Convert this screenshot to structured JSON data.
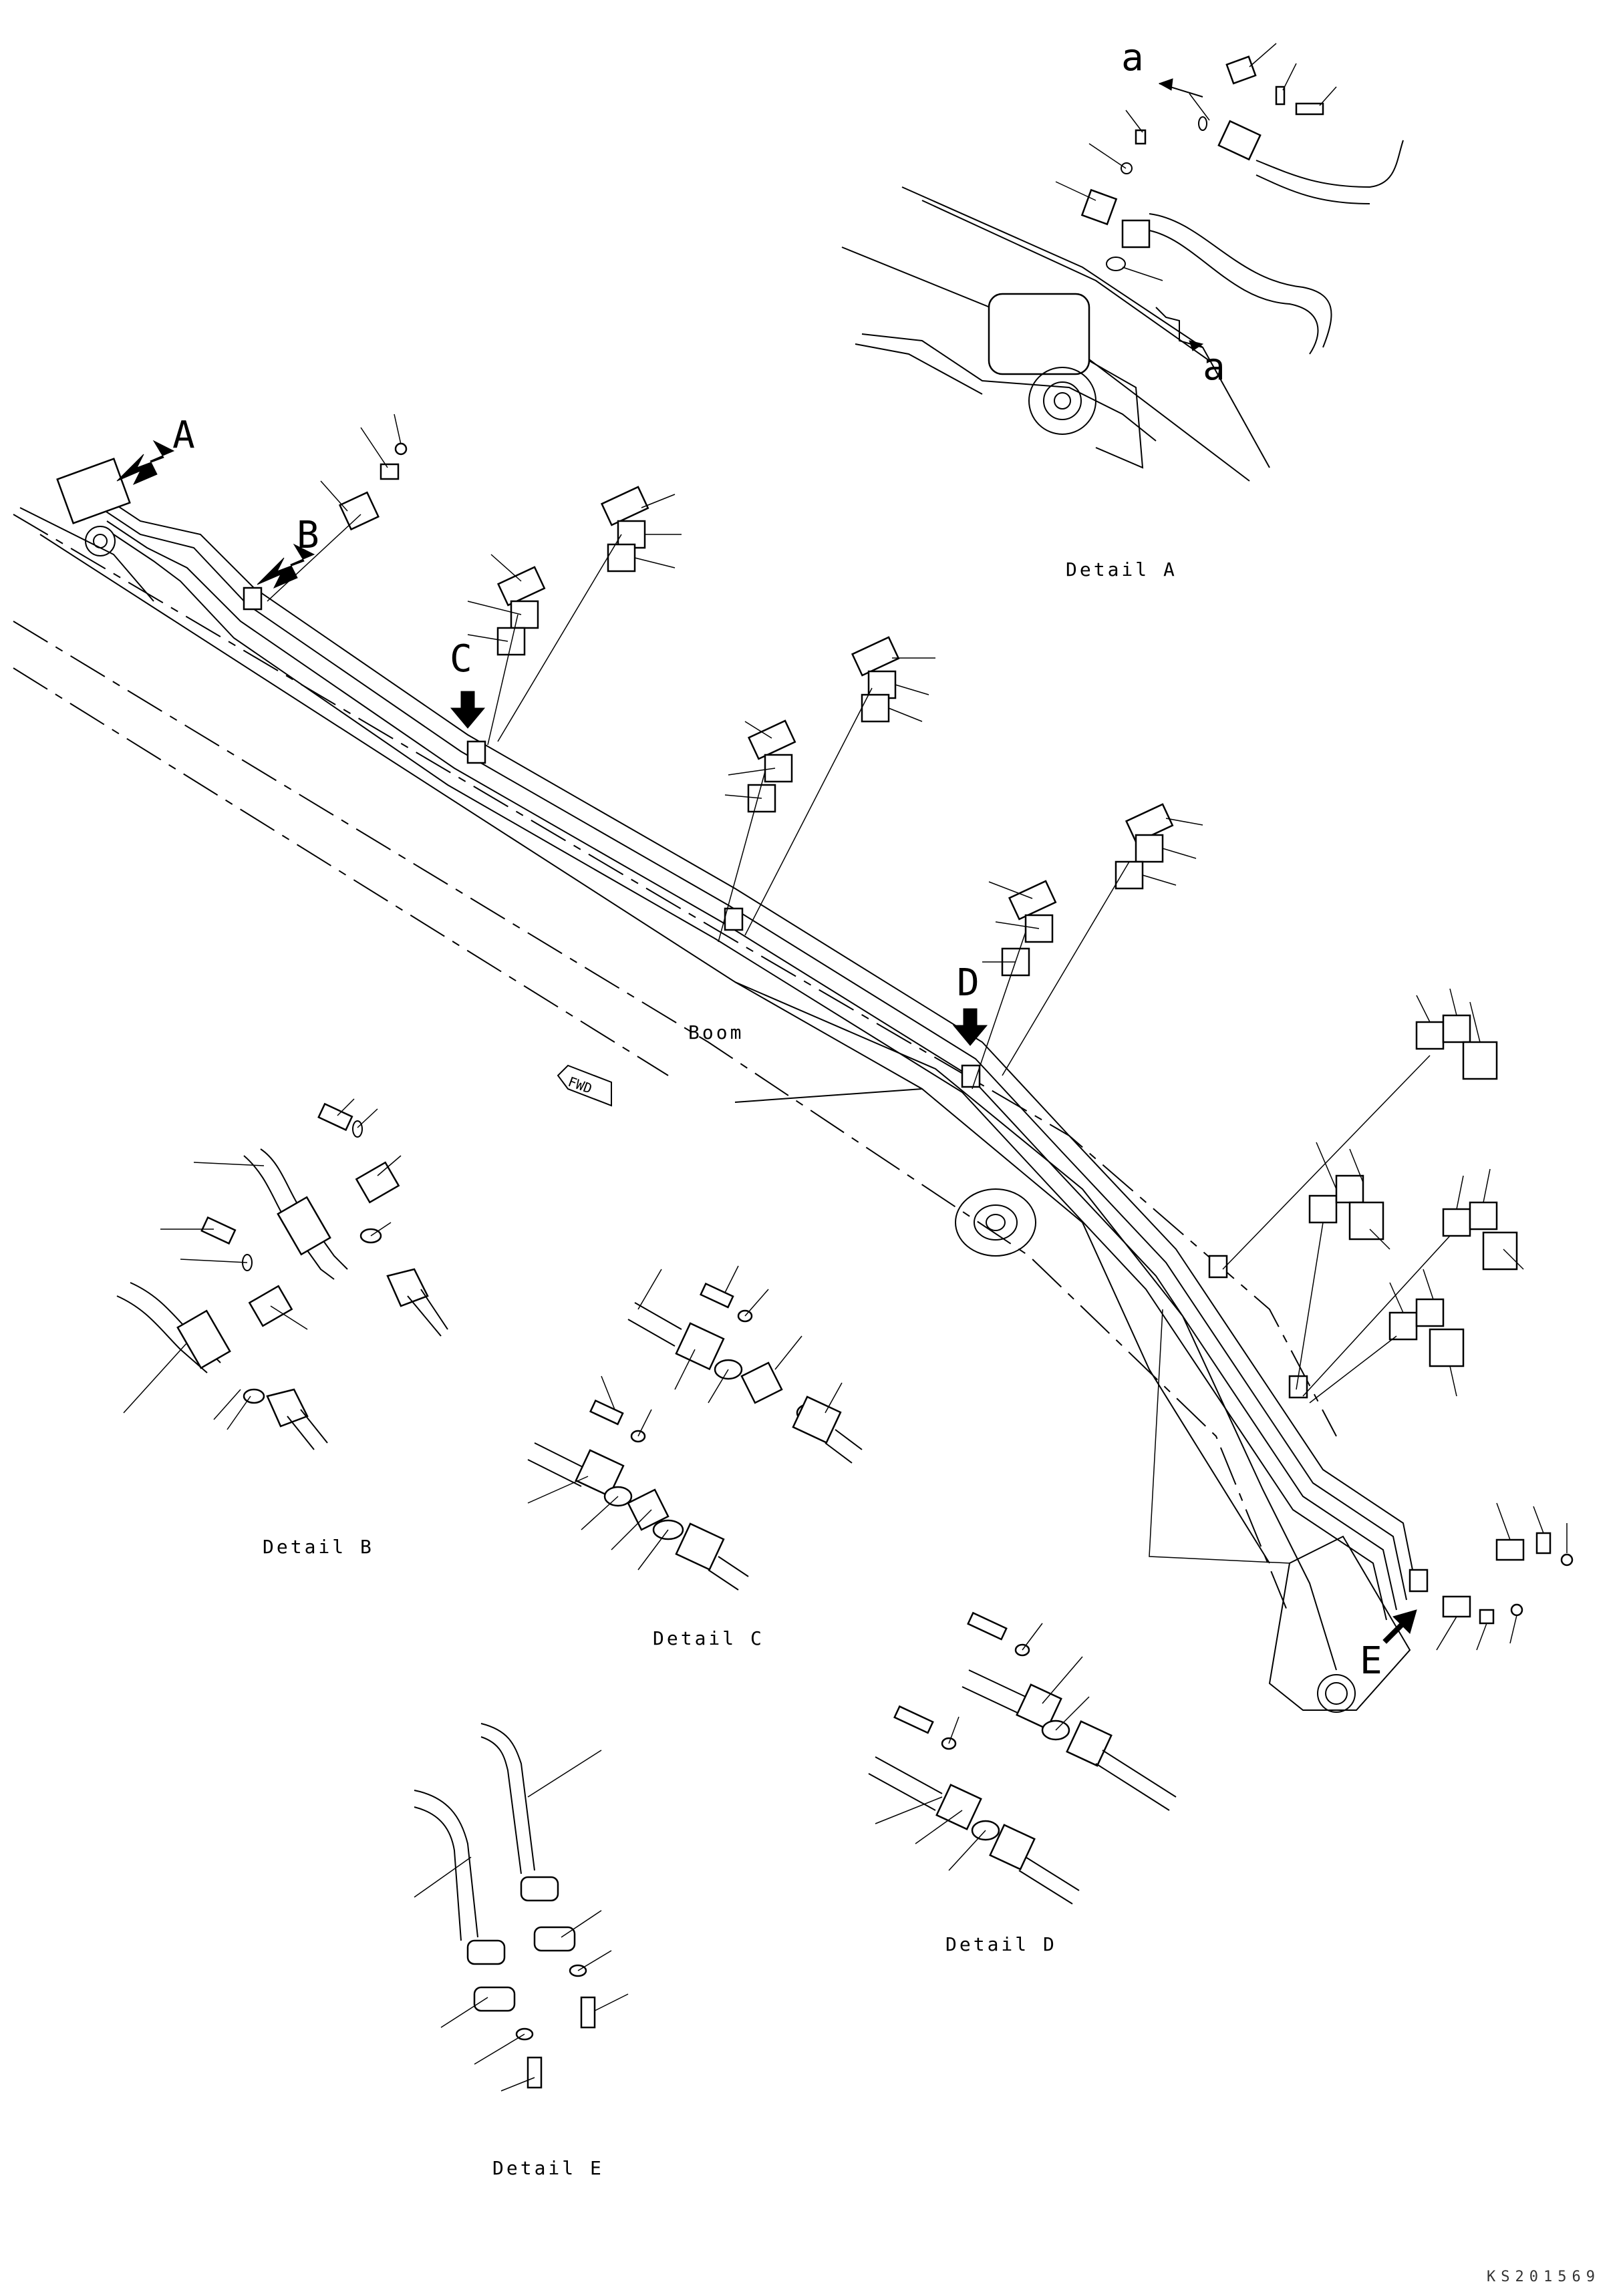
{
  "labels": {
    "A": "A",
    "B": "B",
    "C": "C",
    "D": "D",
    "E": "E",
    "a_top": "a",
    "a_bottom": "a",
    "boom": "Boom",
    "fwd": "FWD"
  },
  "captions": {
    "detail_a": "Detail A",
    "detail_b": "Detail B",
    "detail_c": "Detail C",
    "detail_d": "Detail D",
    "detail_e": "Detail E"
  },
  "drawing_code": "KS201569"
}
